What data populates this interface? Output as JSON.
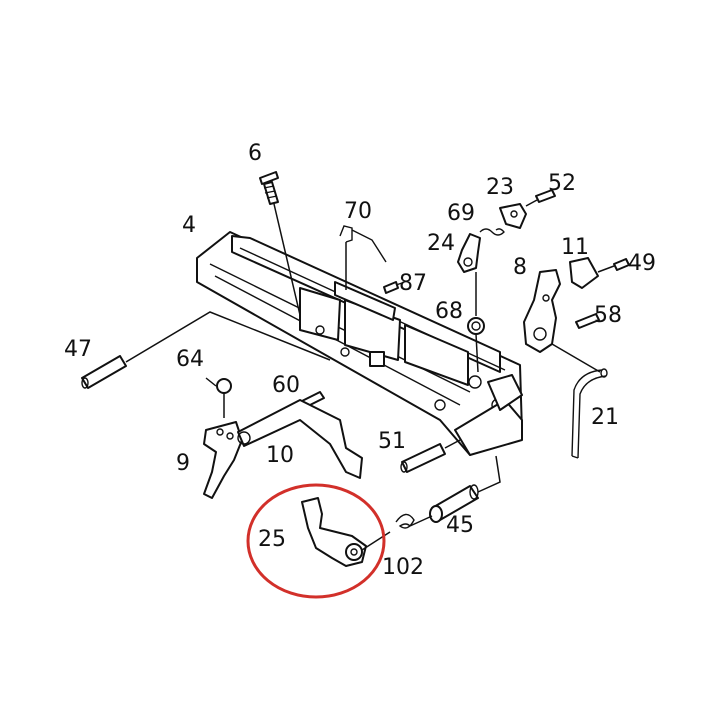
{
  "labels": {
    "p4": "4",
    "p6": "6",
    "p70": "70",
    "p69": "69",
    "p23": "23",
    "p52": "52",
    "p24": "24",
    "p11": "11",
    "p8": "8",
    "p49": "49",
    "p87": "87",
    "p68": "68",
    "p58": "58",
    "p47": "47",
    "p64": "64",
    "p60": "60",
    "p21": "21",
    "p9": "9",
    "p10": "10",
    "p51": "51",
    "p25": "25",
    "p45": "45",
    "p102": "102"
  },
  "colors": {
    "line": "#111111",
    "highlight": "#d2302a",
    "background": "#ffffff"
  }
}
